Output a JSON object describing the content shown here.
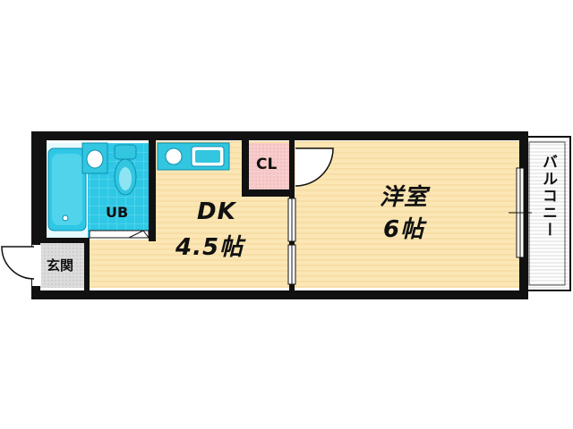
{
  "rooms": {
    "western": {
      "name": "洋室",
      "size": "6帖"
    },
    "dk": {
      "name": "DK",
      "size": "4.5帖"
    },
    "closet": {
      "label": "CL"
    },
    "bath": {
      "label": "UB"
    },
    "entrance": {
      "label": "玄関"
    },
    "balcony": {
      "label": "バルコニー"
    }
  },
  "colors": {
    "floor_wood": "#fbe6b4",
    "bath_tile": "#2ec8e6",
    "fixture": "#32c6e0",
    "closet": "#f7cccc",
    "entrance": "#d9d9d9",
    "wall": "#111111"
  }
}
